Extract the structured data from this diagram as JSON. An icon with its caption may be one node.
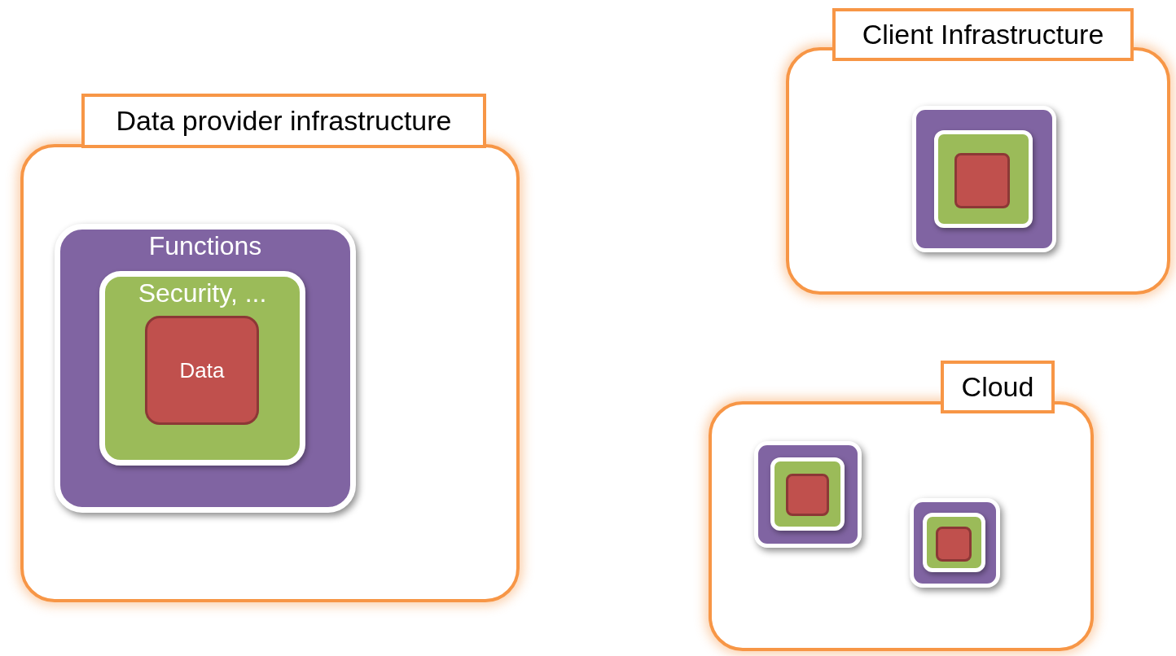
{
  "diagram": {
    "nodes": [
      {
        "text": [
          "Data provider infrastructure"
        ]
      },
      {
        "text": [
          "Functions"
        ],
        "in": 0
      },
      {
        "text": [
          "Security, ..."
        ],
        "in": 1
      },
      {
        "text": [
          "Data"
        ],
        "in": 2
      },
      {
        "text": [
          "Client Infrastructure"
        ]
      },
      {
        "text": [],
        "shape": "box",
        "in": 4
      },
      {
        "text": [],
        "shape": "box",
        "in": 5
      },
      {
        "text": [],
        "shape": "box",
        "in": 6
      },
      {
        "text": [
          "Cloud"
        ]
      },
      {
        "text": [],
        "shape": "box",
        "in": 8
      },
      {
        "text": [],
        "shape": "box",
        "in": 9
      },
      {
        "text": [],
        "shape": "box",
        "in": 10
      },
      {
        "text": [],
        "shape": "box",
        "in": 8
      },
      {
        "text": [],
        "shape": "box",
        "in": 12
      },
      {
        "text": [],
        "shape": "box",
        "in": 13
      }
    ]
  }
}
